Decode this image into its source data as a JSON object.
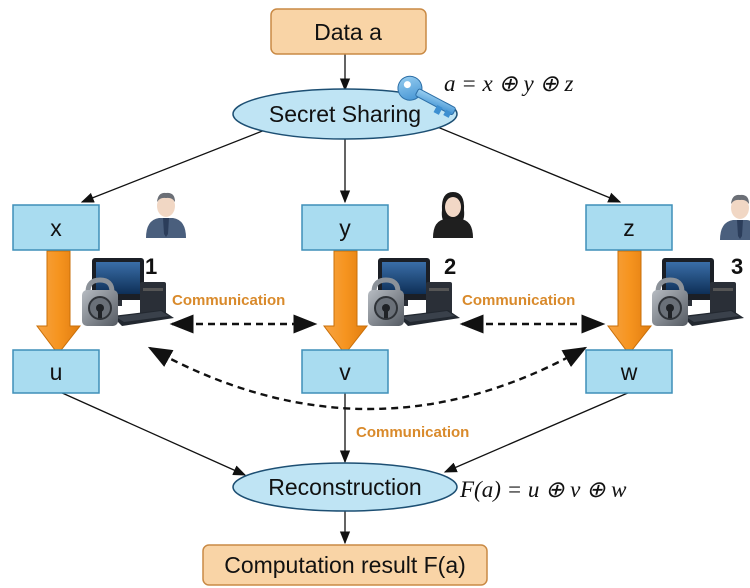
{
  "nodes": {
    "data": "Data a",
    "secret_sharing": "Secret Sharing",
    "reconstruction": "Reconstruction",
    "result": "Computation result F(a)",
    "shares": [
      "x",
      "y",
      "z"
    ],
    "outputs": [
      "u",
      "v",
      "w"
    ]
  },
  "formulas": {
    "sharing": "a = x ⊕ y ⊕ z",
    "reconstruction": "F(a) = u ⊕ v ⊕ w"
  },
  "parties": [
    "1",
    "2",
    "3"
  ],
  "communication": {
    "left": "Communication",
    "right": "Communication",
    "bottom": "Communication"
  },
  "colors": {
    "terminal_fill": "#f9d4a6",
    "terminal_stroke": "#c98a45",
    "ellipse_fill": "#bfe4f4",
    "box_fill": "#a9dcf0",
    "box_stroke": "#3f8fb8",
    "arrow_orange": "#f6941f",
    "comm_text": "#d98a2b"
  },
  "icons": [
    "key-icon",
    "person-icon",
    "computer-lock-icon"
  ]
}
